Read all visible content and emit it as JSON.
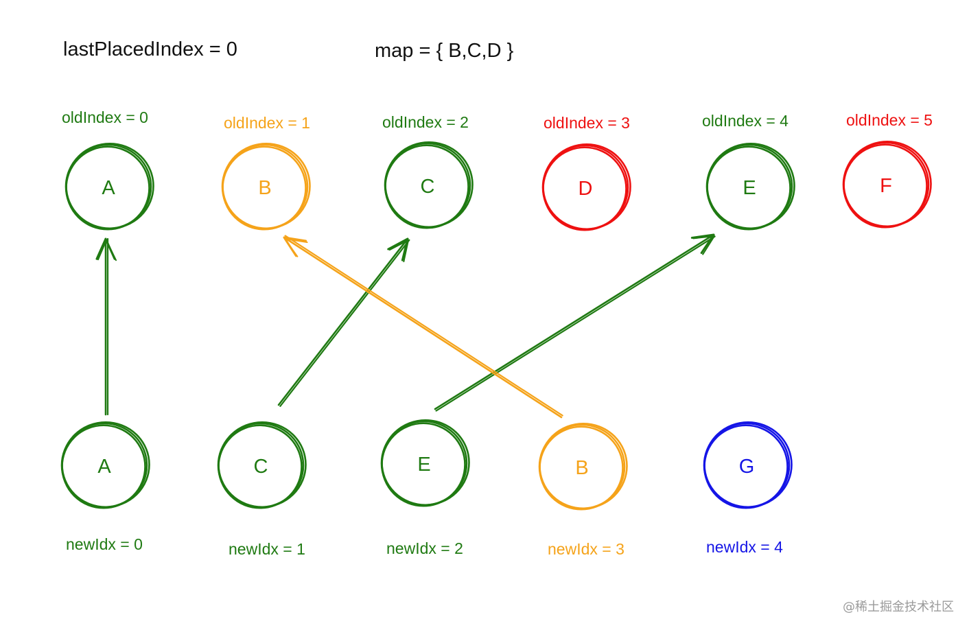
{
  "header": {
    "last_placed_index": "lastPlacedIndex = 0",
    "map": "map = { B,C,D }"
  },
  "colors": {
    "green": "#1f7a12",
    "orange": "#f5a31a",
    "red": "#ee1111",
    "blue": "#1515e6"
  },
  "old_nodes": [
    {
      "letter": "A",
      "label": "oldIndex = 0",
      "color": "green"
    },
    {
      "letter": "B",
      "label": "oldIndex = 1",
      "color": "orange"
    },
    {
      "letter": "C",
      "label": "oldIndex = 2",
      "color": "green"
    },
    {
      "letter": "D",
      "label": "oldIndex = 3",
      "color": "red"
    },
    {
      "letter": "E",
      "label": "oldIndex = 4",
      "color": "green"
    },
    {
      "letter": "F",
      "label": "oldIndex = 5",
      "color": "red"
    }
  ],
  "new_nodes": [
    {
      "letter": "A",
      "label": "newIdx = 0",
      "color": "green"
    },
    {
      "letter": "C",
      "label": "newIdx = 1",
      "color": "green"
    },
    {
      "letter": "E",
      "label": "newIdx = 2",
      "color": "green"
    },
    {
      "letter": "B",
      "label": "newIdx = 3",
      "color": "orange"
    },
    {
      "letter": "G",
      "label": "newIdx = 4",
      "color": "blue"
    }
  ],
  "edges": [
    {
      "from": "A",
      "to": "A",
      "color": "green"
    },
    {
      "from": "C",
      "to": "C",
      "color": "green"
    },
    {
      "from": "E",
      "to": "E",
      "color": "green"
    },
    {
      "from": "B",
      "to": "B",
      "color": "orange"
    }
  ],
  "watermark": "@稀土掘金技术社区"
}
